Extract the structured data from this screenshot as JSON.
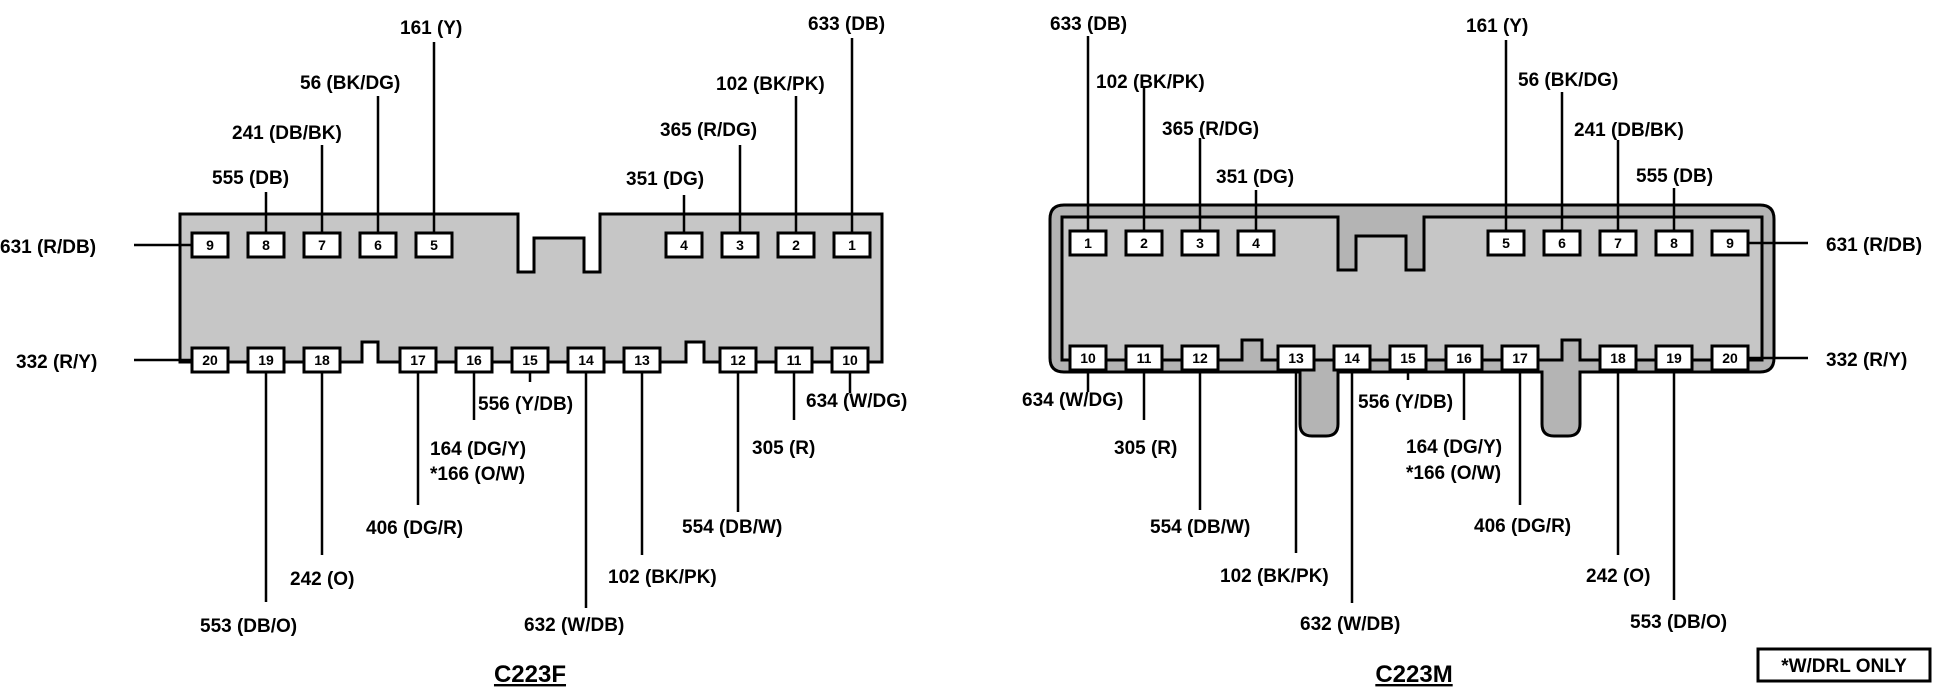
{
  "connectors": [
    {
      "name": "C223F",
      "pins": [
        "1",
        "2",
        "3",
        "4",
        "5",
        "6",
        "7",
        "8",
        "9",
        "10",
        "11",
        "12",
        "13",
        "14",
        "15",
        "16",
        "17",
        "18",
        "19",
        "20"
      ],
      "wires": [
        "633 (DB)",
        "102 (BK/PK)",
        "365 (R/DG)",
        "351 (DG)",
        "161 (Y)",
        "56 (BK/DG)",
        "241 (DB/BK)",
        "555 (DB)",
        "631 (R/DB)",
        "634 (W/DG)",
        "305 (R)",
        "554 (DB/W)",
        "102 (BK/PK)",
        "632 (W/DB)",
        "556 (Y/DB)",
        "164 (DG/Y)",
        "406 (DG/R)",
        "242 (O)",
        "553 (DB/O)",
        "332 (R/Y)"
      ],
      "extra_wire_16": "*166 (O/W)"
    },
    {
      "name": "C223M",
      "pins": [
        "1",
        "2",
        "3",
        "4",
        "5",
        "6",
        "7",
        "8",
        "9",
        "10",
        "11",
        "12",
        "13",
        "14",
        "15",
        "16",
        "17",
        "18",
        "19",
        "20"
      ],
      "wires": [
        "633 (DB)",
        "102 (BK/PK)",
        "365 (R/DG)",
        "351 (DG)",
        "161 (Y)",
        "56 (BK/DG)",
        "241 (DB/BK)",
        "555 (DB)",
        "631 (R/DB)",
        "634 (W/DG)",
        "305 (R)",
        "554 (DB/W)",
        "102 (BK/PK)",
        "632 (W/DB)",
        "556 (Y/DB)",
        "164 (DG/Y)",
        "406 (DG/R)",
        "242 (O)",
        "553 (DB/O)",
        "332 (R/Y)"
      ],
      "extra_wire_16": "*166 (O/W)"
    }
  ],
  "note": "*W/DRL ONLY"
}
